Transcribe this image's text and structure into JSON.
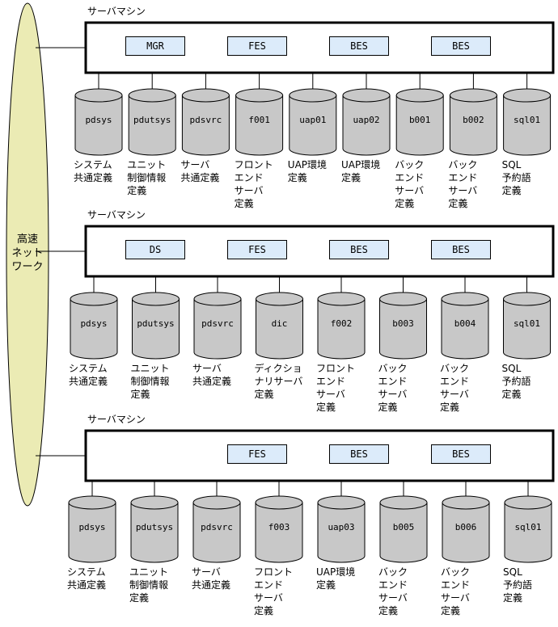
{
  "network": {
    "label": "高速\nネット\nワーク"
  },
  "machines": [
    {
      "title": "サーバマシン",
      "services": [
        "MGR",
        "FES",
        "BES",
        "BES"
      ],
      "disks": [
        {
          "name": "pdsys",
          "desc": "システム\n共通定義"
        },
        {
          "name": "pdutsys",
          "desc": "ユニット\n制御情報\n定義"
        },
        {
          "name": "pdsvrc",
          "desc": "サーバ\n共通定義"
        },
        {
          "name": "f001",
          "desc": "フロント\nエンド\nサーバ\n定義"
        },
        {
          "name": "uap01",
          "desc": "UAP環境\n定義"
        },
        {
          "name": "uap02",
          "desc": "UAP環境\n定義"
        },
        {
          "name": "b001",
          "desc": "バック\nエンド\nサーバ\n定義"
        },
        {
          "name": "b002",
          "desc": "バック\nエンド\nサーバ\n定義"
        },
        {
          "name": "sql01",
          "desc": "SQL\n予約語\n定義"
        }
      ]
    },
    {
      "title": "サーバマシン",
      "services": [
        "DS",
        "FES",
        "BES",
        "BES"
      ],
      "disks": [
        {
          "name": "pdsys",
          "desc": "システム\n共通定義"
        },
        {
          "name": "pdutsys",
          "desc": "ユニット\n制御情報\n定義"
        },
        {
          "name": "pdsvrc",
          "desc": "サーバ\n共通定義"
        },
        {
          "name": "dic",
          "desc": "ディクショ\nナリサーバ\n定義"
        },
        {
          "name": "f002",
          "desc": "フロント\nエンド\nサーバ\n定義"
        },
        {
          "name": "b003",
          "desc": "バック\nエンド\nサーバ\n定義"
        },
        {
          "name": "b004",
          "desc": "バック\nエンド\nサーバ\n定義"
        },
        {
          "name": "sql01",
          "desc": "SQL\n予約語\n定義"
        }
      ]
    },
    {
      "title": "サーバマシン",
      "services": [
        "",
        "FES",
        "BES",
        "BES"
      ],
      "disks": [
        {
          "name": "pdsys",
          "desc": "システム\n共通定義"
        },
        {
          "name": "pdutsys",
          "desc": "ユニット\n制御情報\n定義"
        },
        {
          "name": "pdsvrc",
          "desc": "サーバ\n共通定義"
        },
        {
          "name": "f003",
          "desc": "フロント\nエンド\nサーバ\n定義"
        },
        {
          "name": "uap03",
          "desc": "UAP環境\n定義"
        },
        {
          "name": "b005",
          "desc": "バック\nエンド\nサーバ\n定義"
        },
        {
          "name": "b006",
          "desc": "バック\nエンド\nサーバ\n定義"
        },
        {
          "name": "sql01",
          "desc": "SQL\n予約語\n定義"
        }
      ]
    }
  ],
  "colors": {
    "cylinder_fill": "#c8c8c8",
    "service_fill": "#dcebfa",
    "network_fill": "#ebebb4"
  }
}
